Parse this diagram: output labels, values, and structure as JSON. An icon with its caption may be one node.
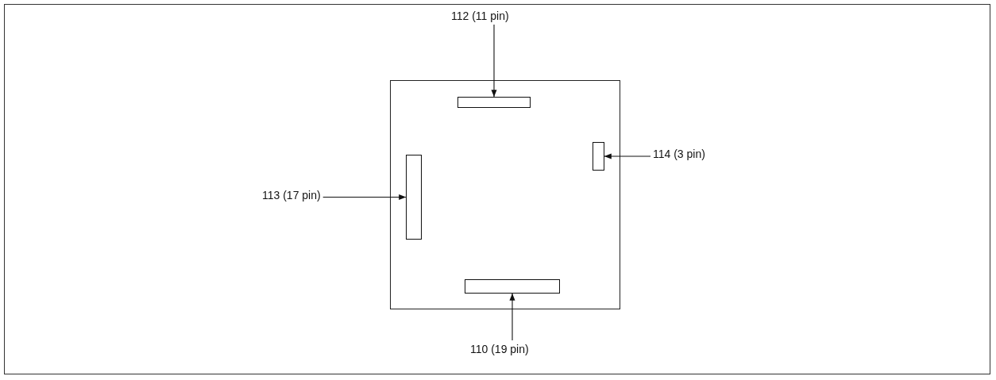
{
  "diagram": {
    "nodes": [
      {
        "text": [],
        "shape": "box"
      },
      {
        "text": [
          "112 (11 pin)"
        ]
      },
      {
        "text": [],
        "shape": "bar",
        "in": 0
      },
      {
        "text": [],
        "shape": "bar",
        "in": 0
      },
      {
        "text": [
          "114 (3 pin)"
        ]
      },
      {
        "text": [
          "113 (17 pin)"
        ]
      },
      {
        "text": [],
        "shape": "bar",
        "in": 0
      },
      {
        "text": [],
        "shape": "bar",
        "in": 0
      },
      {
        "text": [
          "110 (19 pin)"
        ]
      }
    ],
    "edges": [
      {
        "from": 1,
        "to": 2,
        "arrow": "to"
      },
      {
        "from": 4,
        "to": 3,
        "arrow": "to"
      },
      {
        "from": 5,
        "to": 6,
        "arrow": "to"
      },
      {
        "from": 8,
        "to": 7,
        "arrow": "to"
      }
    ]
  }
}
